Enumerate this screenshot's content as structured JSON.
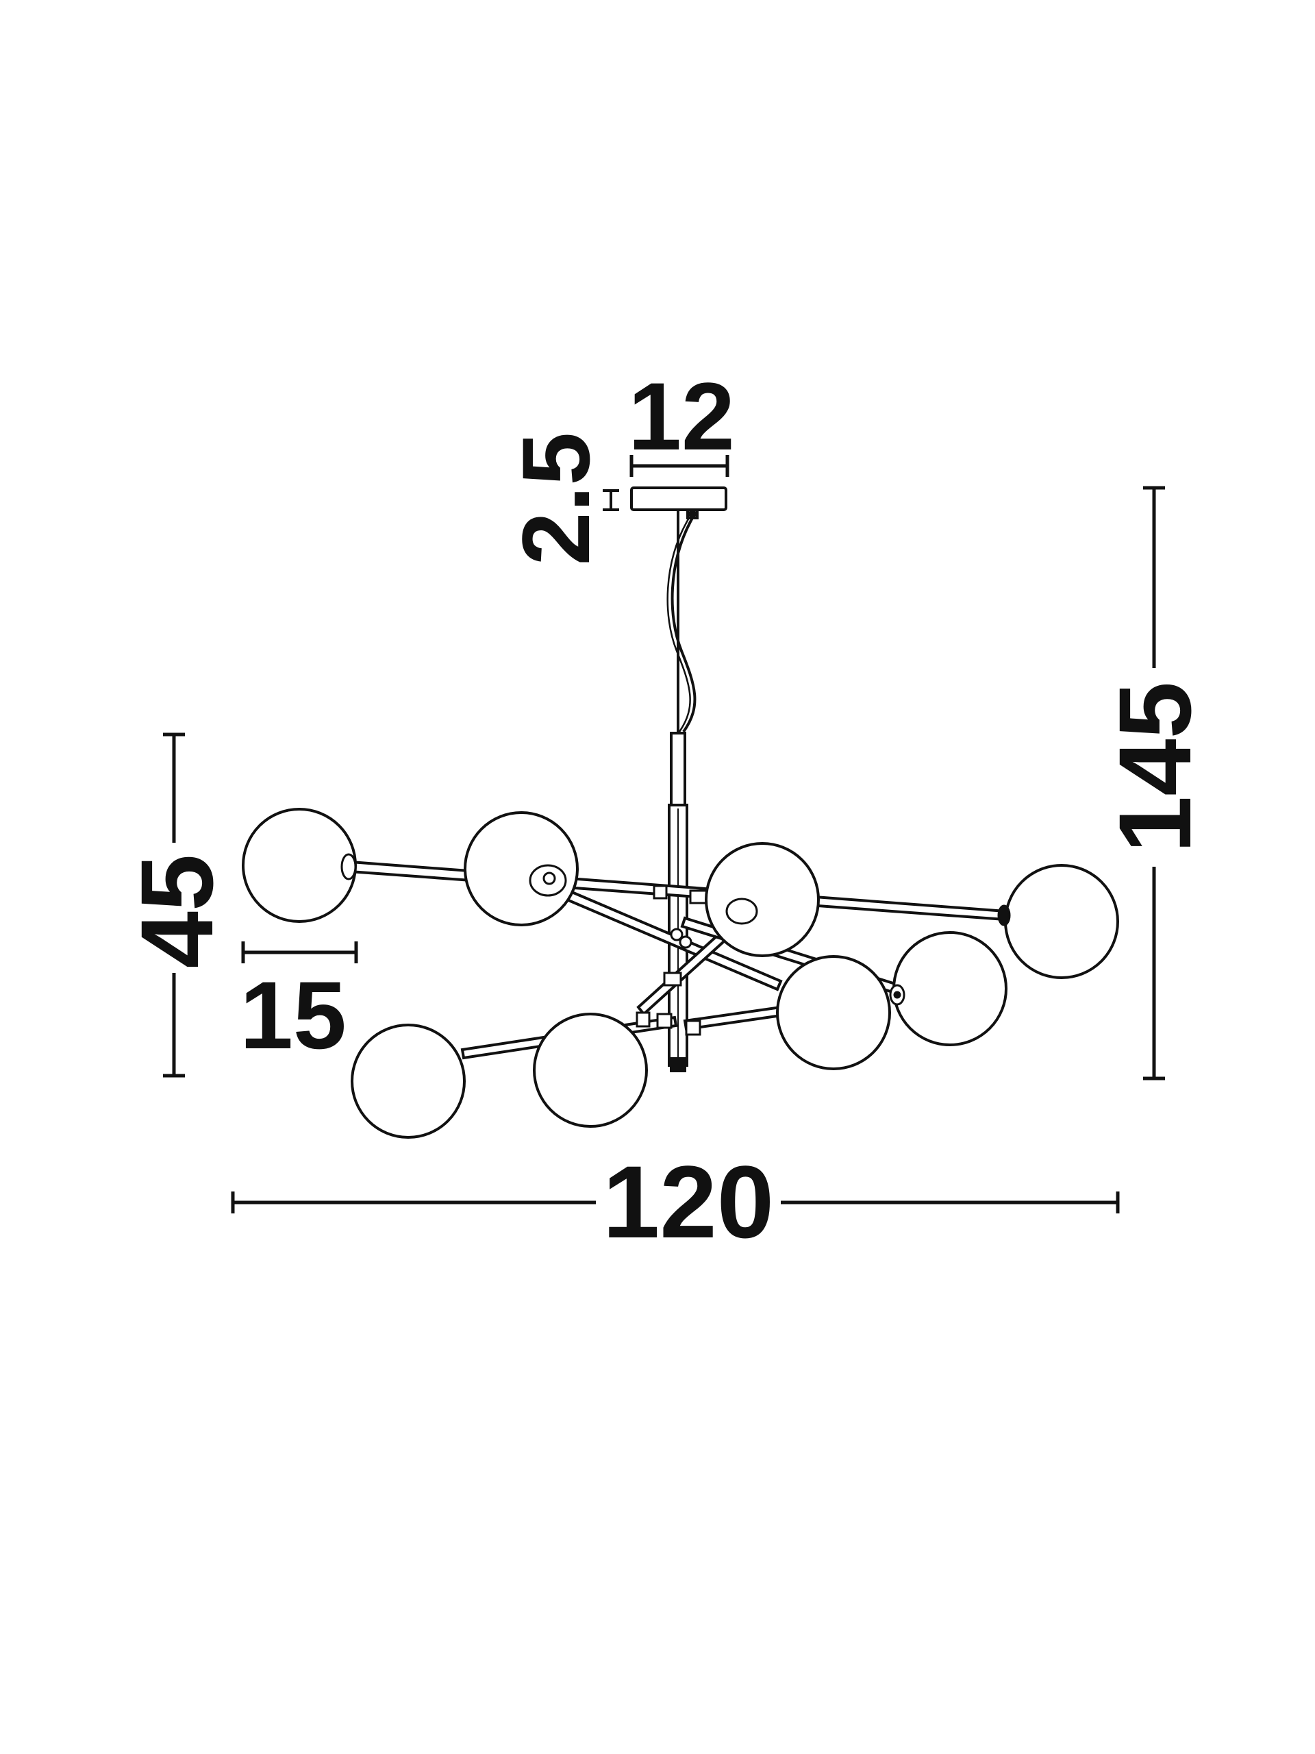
{
  "dimensions": {
    "canopy_diameter": "12",
    "canopy_height": "2.5",
    "total_height": "145",
    "body_height": "45",
    "globe_diameter": "15",
    "total_width": "120"
  },
  "colors": {
    "line": "#111111",
    "background": "#ffffff"
  }
}
